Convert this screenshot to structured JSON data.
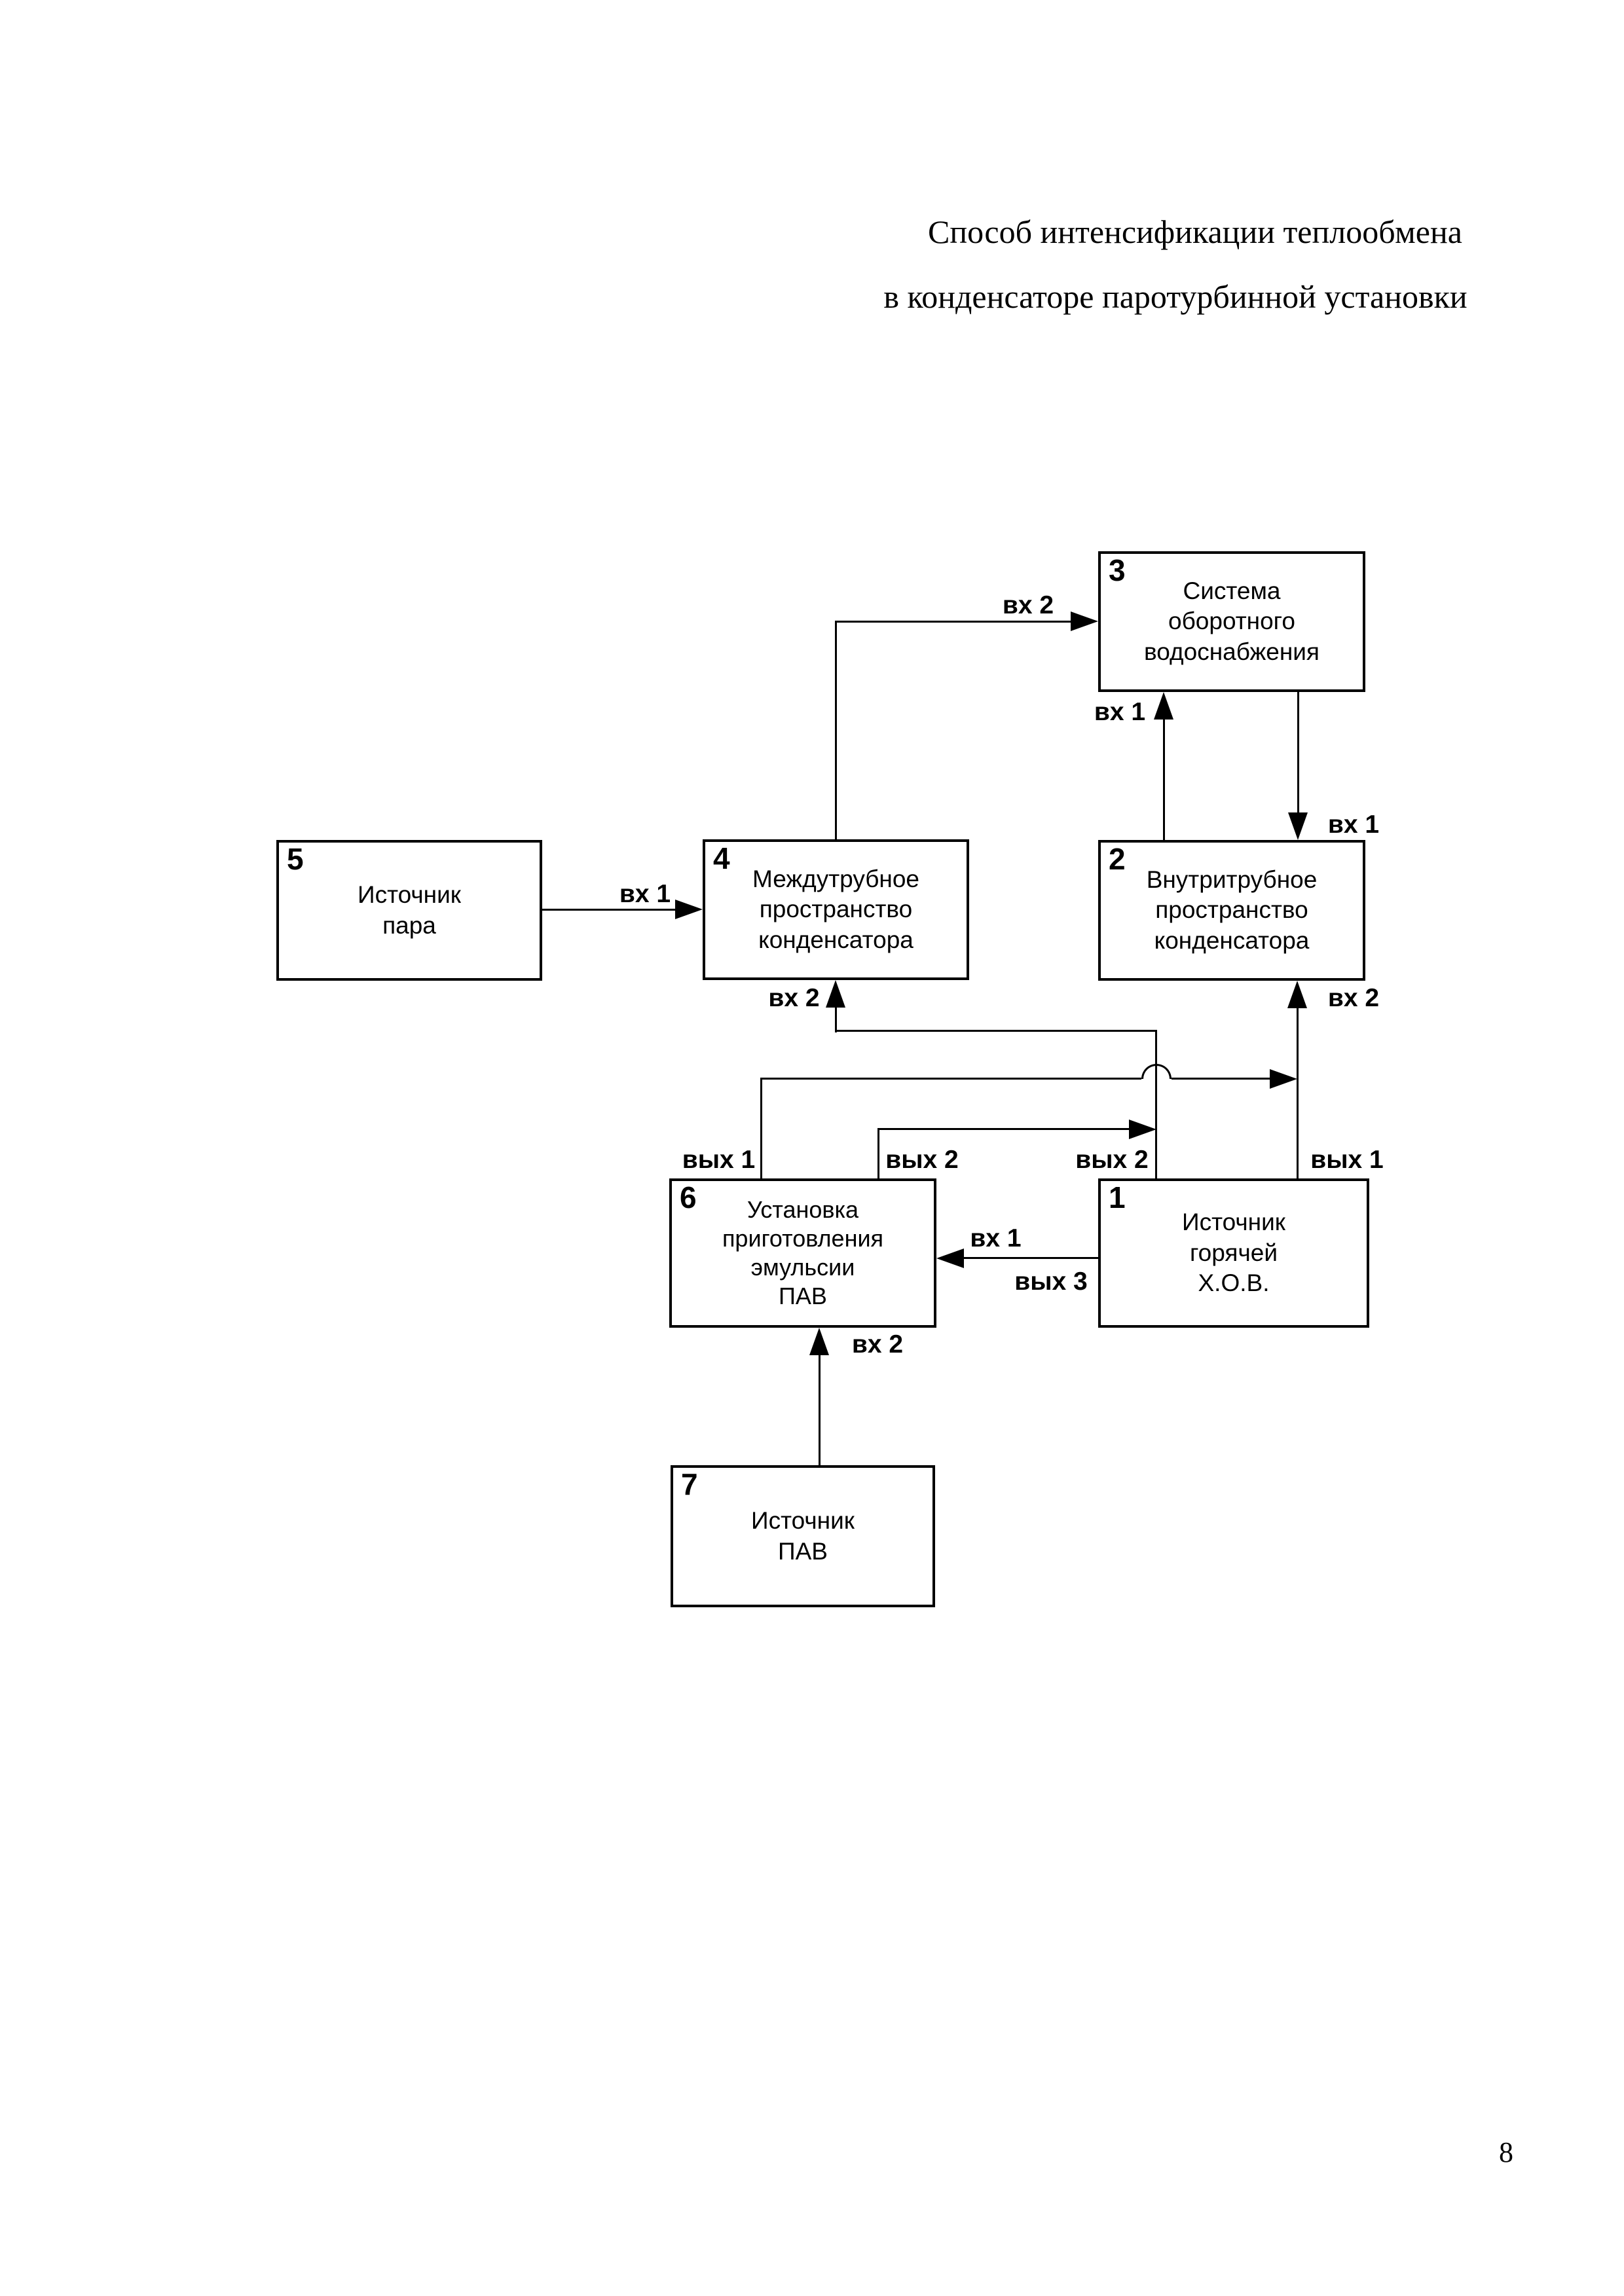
{
  "page": {
    "title_line1": "Способ интенсификации теплообмена",
    "title_line2": "в конденсаторе паротурбинной установки",
    "page_number": "8"
  },
  "blocks": {
    "b1": {
      "num": "1",
      "lines": [
        "Источник",
        "горячей",
        "Х.О.В."
      ]
    },
    "b2": {
      "num": "2",
      "lines": [
        "Внутритрубное",
        "пространство",
        "конденсатора"
      ]
    },
    "b3": {
      "num": "3",
      "lines": [
        "Система",
        "оборотного",
        "водоснабжения"
      ]
    },
    "b4": {
      "num": "4",
      "lines": [
        "Междутрубное",
        "пространство",
        "конденсатора"
      ]
    },
    "b5": {
      "num": "5",
      "lines": [
        "Источник",
        "пара"
      ]
    },
    "b6": {
      "num": "6",
      "lines": [
        "Установка",
        "приготовления",
        "эмульсии",
        "ПАВ"
      ]
    },
    "b7": {
      "num": "7",
      "lines": [
        "Источник",
        "ПАВ"
      ]
    }
  },
  "labels": {
    "in1_b4": "вх 1",
    "in2_b3": "вх 2",
    "in1_b3": "вх 1",
    "in1_b2": "вх 1",
    "in2_b2": "вх 2",
    "in2_b4": "вх 2",
    "out1_b6": "вых 1",
    "out2_b6": "вых 2",
    "out2_b1": "вых 2",
    "out1_b1": "вых 1",
    "in1_b6": "вх 1",
    "out3_b1": "вых 3",
    "in2_b6": "вх 2"
  },
  "colors": {
    "ink": "#000000",
    "paper": "#ffffff"
  }
}
